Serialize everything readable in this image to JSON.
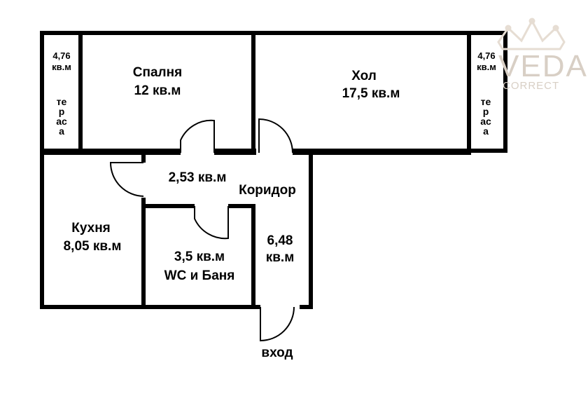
{
  "rooms": {
    "terrace_left": {
      "area": "4,76 кв.м",
      "name": "тераса"
    },
    "bedroom": {
      "name": "Спалня",
      "area": "12 кв.м"
    },
    "living": {
      "name": "Хол",
      "area": "17,5 кв.м"
    },
    "terrace_right": {
      "area": "4,76 кв.м",
      "name": "тераса"
    },
    "kitchen": {
      "name": "Кухня",
      "area": "8,05 кв.м"
    },
    "small_hall": {
      "area": "2,53 кв.м"
    },
    "corridor": {
      "name": "Коридор",
      "area": "6,48 кв.м"
    },
    "bathroom": {
      "area": "3,5 кв.м",
      "name": "WC и Баня"
    }
  },
  "entrance": {
    "label": "вход"
  },
  "logo": {
    "text": "VEDA",
    "subtext": "CORRECT"
  }
}
